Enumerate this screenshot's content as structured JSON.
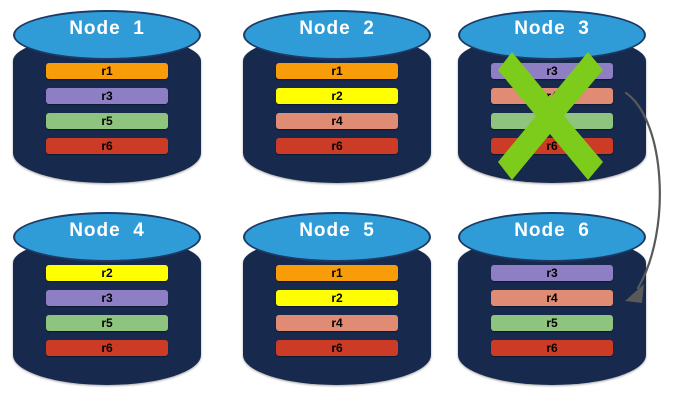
{
  "diagram": {
    "title_prefix": "Node",
    "colors": {
      "background": "#ffffff",
      "cylinder_body": "#17294d",
      "cylinder_top": "#2f9cd8",
      "cylinder_edge": "#1c3a63",
      "title_text": "#ffffff",
      "bar_text": "#000000",
      "failure_x": "#7dcb1a",
      "arrow": "#595959",
      "r1": "#f89c09",
      "r2": "#ffff00",
      "r3": "#8e7fc4",
      "r4": "#e08b74",
      "r5": "#8fc47e",
      "r6": "#cc3b25"
    },
    "nodes": [
      {
        "id": "node-1",
        "label": "Node  1",
        "failed": false,
        "replicas": [
          {
            "label": "r1",
            "color": "#f89c09"
          },
          {
            "label": "r3",
            "color": "#8e7fc4"
          },
          {
            "label": "r5",
            "color": "#8fc47e"
          },
          {
            "label": "r6",
            "color": "#cc3b25"
          }
        ]
      },
      {
        "id": "node-2",
        "label": "Node  2",
        "failed": false,
        "replicas": [
          {
            "label": "r1",
            "color": "#f89c09"
          },
          {
            "label": "r2",
            "color": "#ffff00"
          },
          {
            "label": "r4",
            "color": "#e08b74"
          },
          {
            "label": "r6",
            "color": "#cc3b25"
          }
        ]
      },
      {
        "id": "node-3",
        "label": "Node  3",
        "failed": true,
        "replicas": [
          {
            "label": "r3",
            "color": "#8e7fc4"
          },
          {
            "label": "r4",
            "color": "#e08b74"
          },
          {
            "label": "r5",
            "color": "#8fc47e"
          },
          {
            "label": "r6",
            "color": "#cc3b25"
          }
        ]
      },
      {
        "id": "node-4",
        "label": "Node  4",
        "failed": false,
        "replicas": [
          {
            "label": "r2",
            "color": "#ffff00"
          },
          {
            "label": "r3",
            "color": "#8e7fc4"
          },
          {
            "label": "r5",
            "color": "#8fc47e"
          },
          {
            "label": "r6",
            "color": "#cc3b25"
          }
        ]
      },
      {
        "id": "node-5",
        "label": "Node  5",
        "failed": false,
        "replicas": [
          {
            "label": "r1",
            "color": "#f89c09"
          },
          {
            "label": "r2",
            "color": "#ffff00"
          },
          {
            "label": "r4",
            "color": "#e08b74"
          },
          {
            "label": "r6",
            "color": "#cc3b25"
          }
        ]
      },
      {
        "id": "node-6",
        "label": "Node  6",
        "failed": false,
        "replicas": [
          {
            "label": "r3",
            "color": "#8e7fc4"
          },
          {
            "label": "r4",
            "color": "#e08b74"
          },
          {
            "label": "r5",
            "color": "#8fc47e"
          },
          {
            "label": "r6",
            "color": "#cc3b25"
          }
        ]
      }
    ],
    "annotations": {
      "failover_arrow": {
        "from": "node-3",
        "to": "node-6",
        "icon": "curved-arrow-icon"
      },
      "failure_mark": {
        "on": "node-3",
        "icon": "x-cross-icon"
      }
    }
  }
}
